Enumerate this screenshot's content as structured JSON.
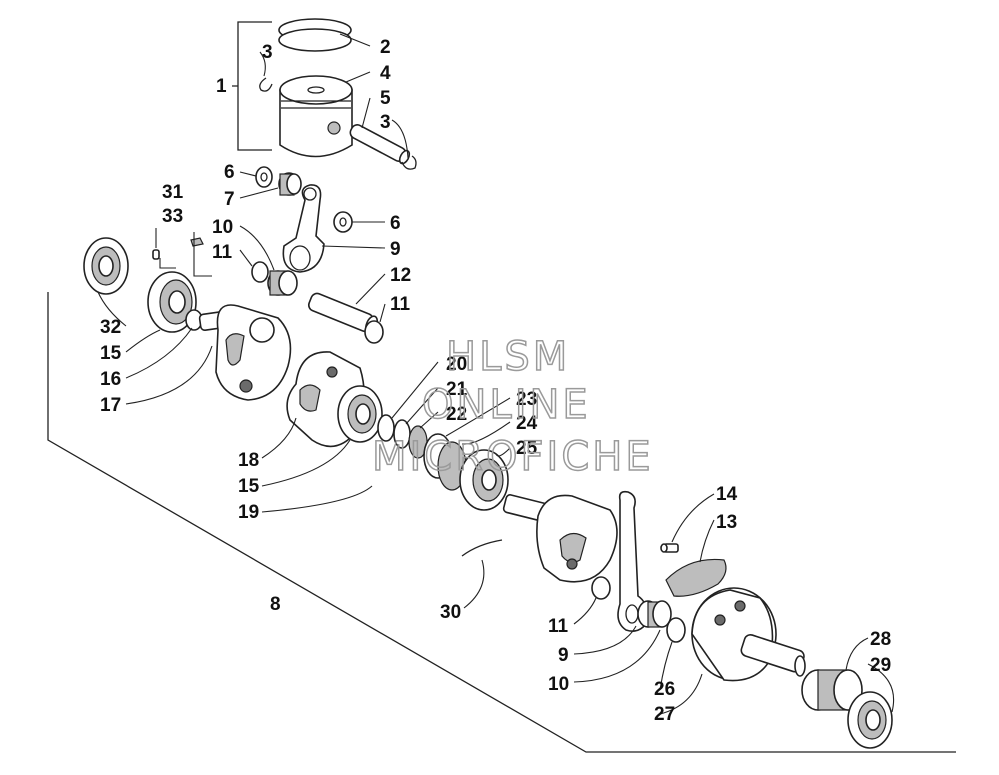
{
  "watermark": {
    "line1": "HLSM",
    "line2": "ONLINE",
    "line3": "MICROFICHE"
  },
  "callouts": [
    "1",
    "2",
    "3",
    "4",
    "5",
    "3",
    "6",
    "7",
    "6",
    "10",
    "9",
    "11",
    "12",
    "11",
    "31",
    "33",
    "32",
    "15",
    "16",
    "17",
    "20",
    "21",
    "22",
    "23",
    "24",
    "25",
    "18",
    "15",
    "19",
    "14",
    "13",
    "30",
    "11",
    "9",
    "10",
    "8",
    "26",
    "27",
    "28",
    "29"
  ],
  "colors": {
    "ink": "#222222",
    "shade": "#bdbdbd",
    "background": "#ffffff",
    "watermark": "#9a9a9a"
  }
}
